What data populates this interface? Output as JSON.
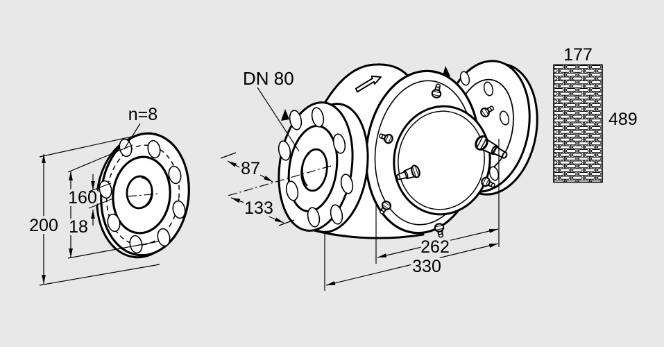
{
  "colors": {
    "background": "#e8e8e8",
    "line": "#000000",
    "surface": "#ffffff"
  },
  "flange_detail_view": {
    "bolt_count": "n=8",
    "outer_diameter": "200",
    "bolt_circle_diameter": "160",
    "bolt_hole_diameter": "18"
  },
  "valve_body_view": {
    "nominal_size": "DN 80",
    "face_to_axis": "87",
    "axis_offset": "133",
    "insertion_length": "262",
    "overall_length": "330"
  },
  "mesh_detail_view": {
    "width": "177",
    "length": "489"
  }
}
